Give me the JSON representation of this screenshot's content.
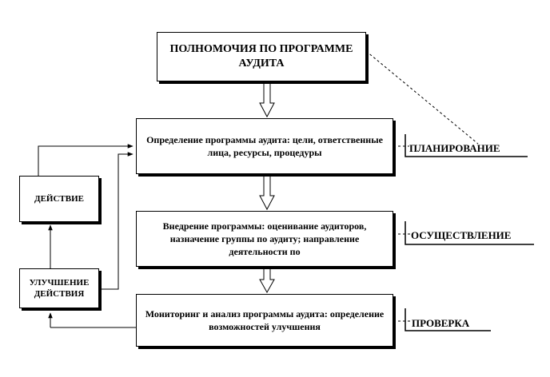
{
  "boxes": {
    "authority": "ПОЛНОМОЧИЯ ПО ПРОГРАММЕ АУДИТА",
    "define": "Определение программы аудита: цели, ответственные лица, ресурсы, процедуры",
    "implement": "Внедрение программы: оценивание аудиторов, назначение группы по аудиту; направление деятельности по",
    "monitor": "Мониторинг и анализ программы аудита: определение возможностей улучшения",
    "action": "ДЕЙСТВИЕ",
    "improve": "УЛУЧШЕНИЕ ДЕЙСТВИЯ"
  },
  "phases": {
    "plan": "ПЛАНИРОВАНИЕ",
    "do": "ОСУЩЕСТВЛЕНИЕ",
    "check": "ПРОВЕРКА"
  }
}
